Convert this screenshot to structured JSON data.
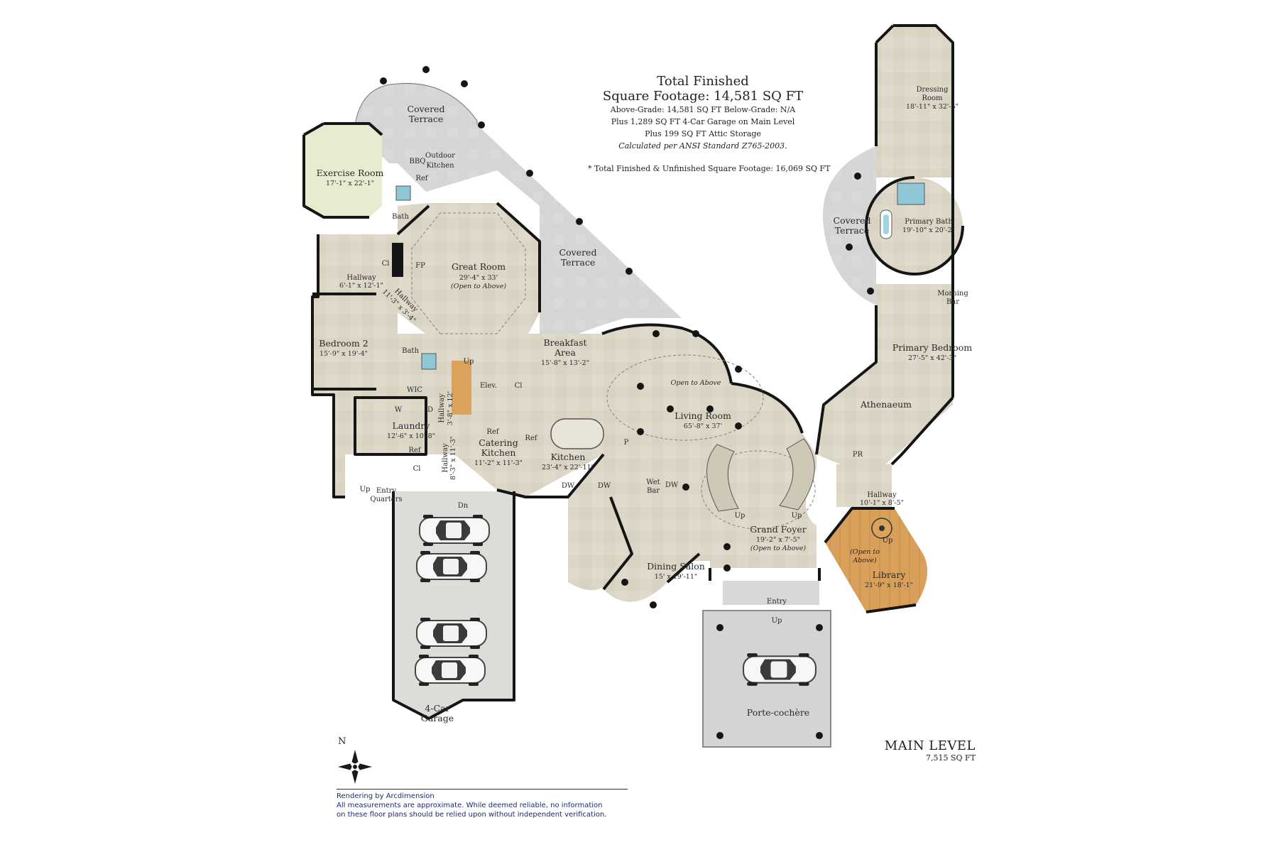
{
  "header": {
    "title_line1": "Total Finished",
    "title_line2": "Square Footage: 14,581 SQ FT",
    "line3": "Above-Grade: 14,581 SQ FT    Below-Grade: N/A",
    "line4": "Plus 1,289 SQ FT 4-Car Garage on Main Level",
    "line5": "Plus 199 SQ FT Attic Storage",
    "line6": "Calculated per ANSI Standard Z765-2003.",
    "note": "* Total Finished & Unfinished Square Footage: 16,069 SQ FT"
  },
  "level": {
    "title": "MAIN LEVEL",
    "sqft": "7,515 SQ FT"
  },
  "credits": {
    "line1": "Rendering by Arcdimension",
    "line2": "All measurements are approximate. While deemed reliable, no information",
    "line3": "on these floor plans should be relied upon without independent verification."
  },
  "compass": {
    "label": "N"
  },
  "rooms": {
    "covered_terrace_top": {
      "name_1": "Covered",
      "name_2": "Terrace"
    },
    "bbq": "BBQ",
    "outdoor_kitchen": {
      "name_1": "Outdoor",
      "name_2": "Kitchen"
    },
    "exercise_room": {
      "name": "Exercise Room",
      "dims": "17'-1\" x 22'-1\""
    },
    "ref_outdoor": "Ref",
    "bath_upper": "Bath",
    "cl_upper": "Cl",
    "fp": "FP",
    "great_room": {
      "name": "Great Room",
      "dims": "29'-4\" x 33'",
      "note": "(Open to Above)"
    },
    "covered_terrace_mid": {
      "name_1": "Covered",
      "name_2": "Terrace"
    },
    "hallway_left": {
      "name": "Hallway",
      "dims": "6'-1\" x 12'-1\""
    },
    "hallway_diag": {
      "name": "Hallway",
      "dims": "11'-3\" x 3'-4\""
    },
    "bedroom2": {
      "name": "Bedroom 2",
      "dims": "15'-9\" x 19'-4\""
    },
    "bath_lower": "Bath",
    "wic": "WIC",
    "breakfast": {
      "name_1": "Breakfast",
      "name_2": "Area",
      "dims": "15'-8\" x 13'-2\""
    },
    "up_stair": "Up",
    "elev": "Elev.",
    "cl_elev": "Cl",
    "hallway_vert": {
      "name": "Hallway",
      "dims": "3'-8\" x 12'"
    },
    "w": "W",
    "d": "D",
    "laundry": {
      "name": "Laundry",
      "dims": "12'-6\" x 10'-8\""
    },
    "ref_laundry": "Ref",
    "ref_catering": "Ref",
    "catering_kitchen": {
      "name_1": "Catering",
      "name_2": "Kitchen",
      "dims": "11'-2\" x 11'-3\""
    },
    "hallway_catering": {
      "name": "Hallway",
      "dims": "8'-3\" x 11'-3\""
    },
    "cl_catering": "Cl",
    "ref_kitchen": "Ref",
    "kitchen": {
      "name": "Kitchen",
      "dims": "23'-4\" x 22'-11\""
    },
    "dw_1": "DW",
    "dw_2": "DW",
    "dw_3": "DW",
    "p": "P",
    "wet_bar": {
      "name_1": "Wet",
      "name_2": "Bar"
    },
    "up_entry": "Up",
    "entry_quarters": {
      "name_1": "Entry",
      "name_2": "Quarters"
    },
    "dn_garage": "Dn",
    "garage": {
      "name_1": "4-Car",
      "name_2": "Garage"
    },
    "living_room": {
      "name": "Living Room",
      "dims": "65'-8\" x 37'",
      "note": "Open to Above"
    },
    "grand_foyer": {
      "name": "Grand Foyer",
      "dims": "19'-2\" x 7'-5\"",
      "note": "(Open to Above)"
    },
    "up_foyer_left": "Up",
    "up_foyer_right": "Up",
    "dining_salon": {
      "name": "Dining Salon",
      "dims": "15' x 19'-11\""
    },
    "entry": "Entry",
    "up_main_entry": "Up",
    "porte_cochere": "Porte-cochère",
    "dressing_room": {
      "name_1": "Dressing",
      "name_2": "Room",
      "dims": "18'-11\" x 32'-5\""
    },
    "covered_terrace_right": {
      "name_1": "Covered",
      "name_2": "Terrace"
    },
    "primary_bath": {
      "name": "Primary Bath",
      "dims": "19'-10\" x 20'-2\""
    },
    "morning_bar": {
      "name_1": "Morning",
      "name_2": "Bar"
    },
    "primary_bedroom": {
      "name": "Primary Bedroom",
      "dims": "27'-5\" x 42'-3\""
    },
    "athenaeum": "Athenaeum",
    "pr": "PR",
    "hallway_right": {
      "name": "Hallway",
      "dims": "10'-1\" x 8'-5\""
    },
    "library": {
      "name": "Library",
      "dims": "21'-9\" x 18'-1\"",
      "note_1": "(Open to",
      "note_2": "Above)",
      "up": "Up"
    }
  },
  "colors": {
    "floor_tile": "#ddd7c8",
    "terrace": "#d6d6d4",
    "exercise": "#e7ebcf",
    "wood": "#d9a35c",
    "wall": "#151515",
    "porte_cochere": "#d3d3d3",
    "credits": "#1c2c6e"
  },
  "icons": [
    "compass-rose-icon",
    "car-icon",
    "spiral-stair-icon",
    "stair-icon",
    "bathtub-icon",
    "shower-icon",
    "column-icon",
    "door-arrow-icon"
  ]
}
